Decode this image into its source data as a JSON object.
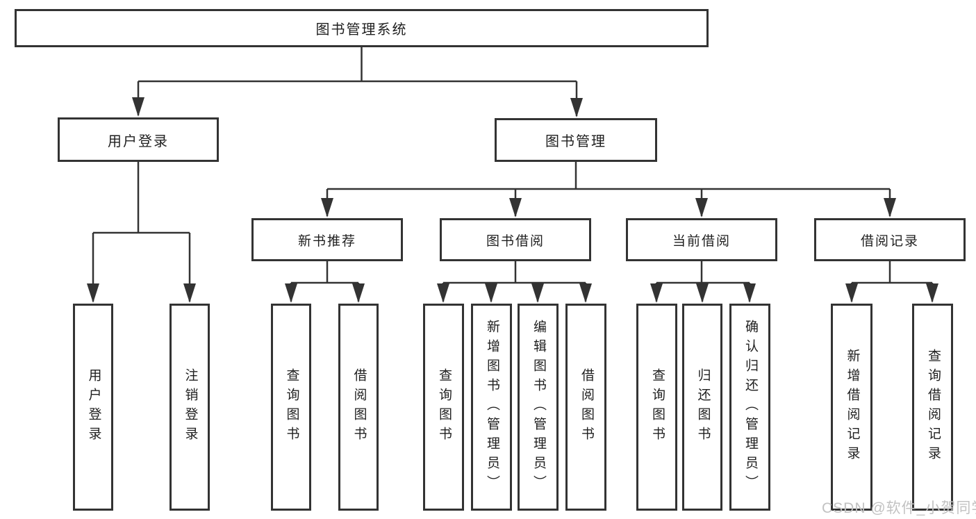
{
  "diagram": {
    "title": "图书管理系统",
    "root": {
      "label": "图书管理系统"
    },
    "user_branch": {
      "label": "用户登录",
      "children": [
        {
          "label": "用户登录"
        },
        {
          "label": "注销登录"
        }
      ]
    },
    "book_branch": {
      "label": "图书管理",
      "groups": [
        {
          "label": "新书推荐",
          "children": [
            {
              "label": "查询图书"
            },
            {
              "label": "借阅图书"
            }
          ]
        },
        {
          "label": "图书借阅",
          "children": [
            {
              "label": "查询图书"
            },
            {
              "label": "新增图书（管理员）"
            },
            {
              "label": "编辑图书（管理员）"
            },
            {
              "label": "借阅图书"
            }
          ]
        },
        {
          "label": "当前借阅",
          "children": [
            {
              "label": "查询图书"
            },
            {
              "label": "归还图书"
            },
            {
              "label": "确认归还（管理员）"
            }
          ]
        },
        {
          "label": "借阅记录",
          "children": [
            {
              "label": "新增借阅记录"
            },
            {
              "label": "查询借阅记录"
            }
          ]
        }
      ]
    }
  },
  "watermark": {
    "text": "CSDN @软件_小贺同学"
  },
  "colors": {
    "line": "#333333",
    "border": "#333333",
    "text": "#1f1f1f",
    "watermark": "#c2c2c2",
    "background": "#ffffff"
  }
}
